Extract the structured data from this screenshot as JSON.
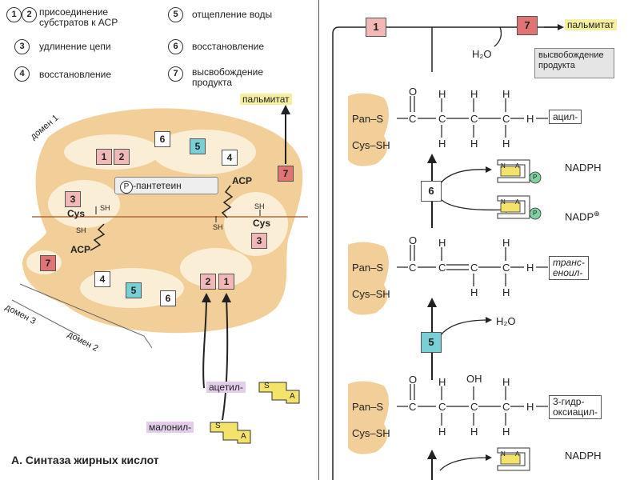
{
  "legend": [
    {
      "nums": [
        "1",
        "2"
      ],
      "text": [
        "присоединение",
        "субстратов к АСР"
      ]
    },
    {
      "nums": [
        "3"
      ],
      "text": [
        "удлинение цепи"
      ]
    },
    {
      "nums": [
        "4"
      ],
      "text": [
        "восстановление"
      ]
    },
    {
      "nums": [
        "5"
      ],
      "text": [
        "отщепление воды"
      ]
    },
    {
      "nums": [
        "6"
      ],
      "text": [
        "восстановление"
      ]
    },
    {
      "nums": [
        "7"
      ],
      "text": [
        "высвобождение",
        "продукта"
      ]
    }
  ],
  "left": {
    "product": "пальмитат",
    "domains": [
      "домен 1",
      "домен 2",
      "домен 3"
    ],
    "pantetein": "-пантетеин",
    "p_symbol": "P",
    "acp": "АСР",
    "cys": "Cys",
    "sh": "SH",
    "acetyl": "ацетил-",
    "malonyl": "малонил-",
    "s_letter": "S",
    "a_letter": "A",
    "caption": "А. Синтаза жирных кислот",
    "boxes": {
      "b1": "1",
      "b2": "2",
      "b3": "3",
      "b4": "4",
      "b5": "5",
      "b6": "6",
      "b7": "7"
    }
  },
  "right": {
    "top_box1": "1",
    "top_box7": "7",
    "product": "пальмитат",
    "water": "H₂O",
    "release": [
      "высвобождение",
      "продукта"
    ],
    "pan_s": "Pan–S",
    "cys_sh": "Cys–SH",
    "rows": [
      {
        "label": [
          "ацил-"
        ]
      },
      {
        "label": [
          "транс-",
          "еноил-"
        ]
      },
      {
        "label": [
          "3-гидр-",
          "оксиацил-"
        ]
      }
    ],
    "step6": "6",
    "step5": "5",
    "nadph": "NADPH",
    "nadp": "NADP",
    "nadp_charge": "⊕",
    "water2": "H₂O",
    "oh": "OH",
    "atoms": {
      "C": "C",
      "H": "H",
      "O": "O"
    },
    "cof_n": "N",
    "cof_a": "A",
    "cof_p": "P"
  }
}
